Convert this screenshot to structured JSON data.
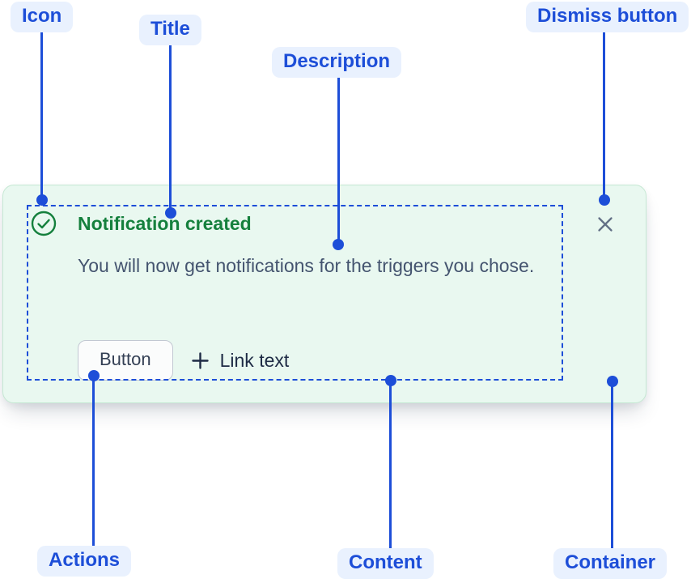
{
  "colors": {
    "accent_blue": "#1D4ED8",
    "chip_background": "#E9F1FE",
    "success_green": "#15803D",
    "card_background": "#E9F8F0",
    "card_border": "#C5E8D3",
    "body_text": "#44546F",
    "link_text": "#1E2B45",
    "dismiss_icon_gray": "#626F86",
    "button_border": "#C2C8D2"
  },
  "annotations": {
    "icon": "Icon",
    "title": "Title",
    "description": "Description",
    "dismiss_button": "Dismiss button",
    "actions": "Actions",
    "content": "Content",
    "container": "Container"
  },
  "notification": {
    "title": "Notification created",
    "description": "You will now get notifications for the triggers you chose.",
    "actions": {
      "button_label": "Button",
      "link_label": "Link text"
    },
    "icons": {
      "status": "check-circle-icon",
      "link": "plus-icon",
      "dismiss": "close-icon"
    }
  }
}
